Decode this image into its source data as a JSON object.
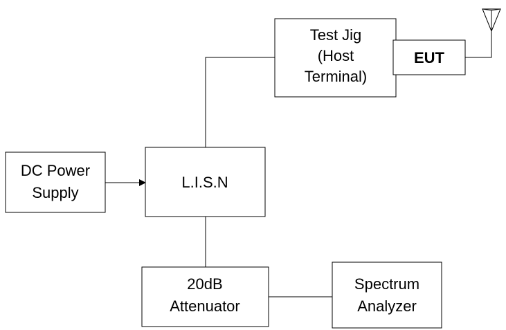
{
  "diagram": {
    "blocks": {
      "test_jig": {
        "lines": [
          "Test Jig",
          "(Host",
          "Terminal)"
        ]
      },
      "eut": {
        "lines": [
          "EUT"
        ]
      },
      "dc_power_supply": {
        "lines": [
          "DC Power",
          "Supply"
        ]
      },
      "lisn": {
        "lines": [
          "L.I.S.N"
        ]
      },
      "attenuator": {
        "lines": [
          "20dB",
          "Attenuator"
        ]
      },
      "spectrum_analyzer": {
        "lines": [
          "Spectrum",
          "Analyzer"
        ]
      }
    },
    "connections": [
      {
        "from": "lisn",
        "to": "test_jig",
        "directed": false
      },
      {
        "from": "test_jig",
        "to": "eut",
        "directed": false
      },
      {
        "from": "eut",
        "to": "antenna",
        "directed": false
      },
      {
        "from": "dc_power_supply",
        "to": "lisn",
        "directed": true
      },
      {
        "from": "lisn",
        "to": "attenuator",
        "directed": false
      },
      {
        "from": "attenuator",
        "to": "spectrum_analyzer",
        "directed": false
      }
    ]
  }
}
